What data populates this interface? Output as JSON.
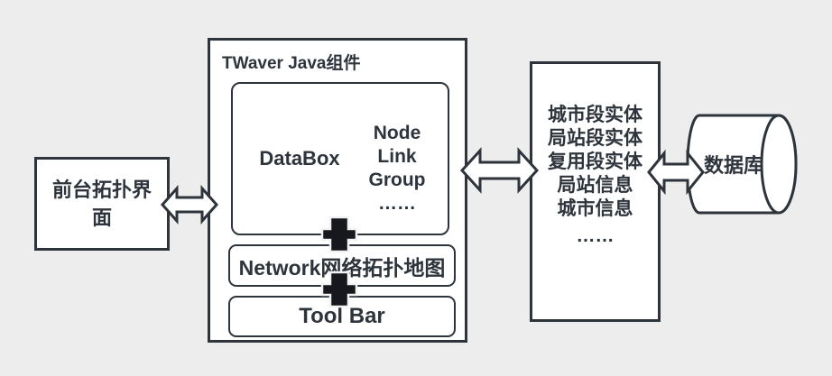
{
  "colors": {
    "background": "#ededed",
    "line": "#2e343c",
    "box_fill": "#ffffff",
    "plus_fill": "#16181d"
  },
  "front_panel": {
    "lines": [
      "前台拓扑界",
      "面"
    ]
  },
  "twaver": {
    "title": "TWaver Java组件",
    "databox_label": "DataBox",
    "model_items": [
      "Node",
      "Link",
      "Group",
      "……"
    ],
    "network_label": "Network网络拓扑地图",
    "toolbar_label": "Tool Bar"
  },
  "entities": {
    "lines": [
      "城市段实体",
      "局站段实体",
      "复用段实体",
      "局站信息",
      "城市信息",
      "……"
    ]
  },
  "database": {
    "label": "数据库"
  }
}
